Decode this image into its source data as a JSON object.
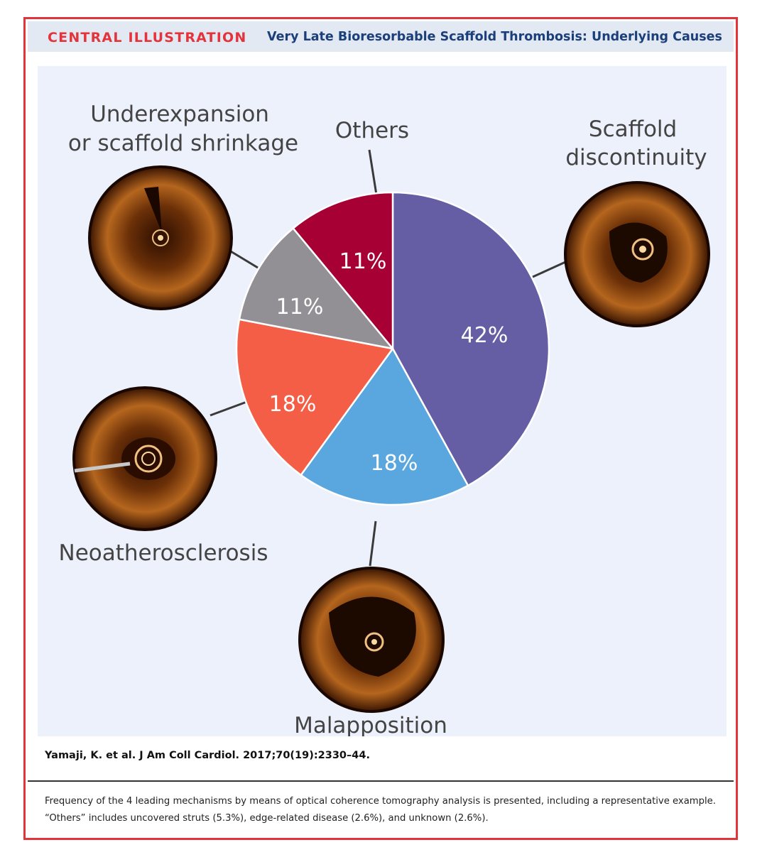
{
  "header": {
    "label": "CENTRAL ILLUSTRATION",
    "title": "Very Late Bioresorbable Scaffold Thrombosis: Underlying Causes"
  },
  "colors": {
    "frame": "#e4343b",
    "header_bg": "#e3e9f3",
    "panel_bg": "#edf1fc",
    "title_text": "#1b3f7a",
    "callout_line": "#3a3a3a",
    "label_text": "#444444"
  },
  "chart_data": {
    "type": "pie",
    "title": "",
    "start": "12 o'clock",
    "direction": "clockwise",
    "slices": [
      {
        "name": "Scaffold discontinuity",
        "value": 42,
        "label": "42%",
        "color": "#655ea4"
      },
      {
        "name": "Malapposition",
        "value": 18,
        "label": "18%",
        "color": "#5aa6de"
      },
      {
        "name": "Neoatherosclerosis",
        "value": 18,
        "label": "18%",
        "color": "#f45e46"
      },
      {
        "name": "Underexpansion or scaffold shrinkage",
        "value": 11,
        "label": "11%",
        "color": "#939095"
      },
      {
        "name": "Others",
        "value": 11,
        "label": "11%",
        "color": "#a60035"
      }
    ],
    "category_labels": {
      "scaffold": [
        "Scaffold",
        "discontinuity"
      ],
      "malapposition": [
        "Malapposition"
      ],
      "neo": [
        "Neoatherosclerosis"
      ],
      "underexpansion": [
        "Underexpansion",
        "or scaffold shrinkage"
      ],
      "others": [
        "Others"
      ]
    }
  },
  "images": {
    "scaffold": "oct-image-scaffold-discontinuity",
    "malapposition": "oct-image-malapposition",
    "neo": "oct-image-neoatherosclerosis",
    "underexpansion": "oct-image-underexpansion"
  },
  "footer": {
    "citation": "Yamaji, K. et al. J Am Coll Cardiol. 2017;70(19):2330–44.",
    "caption_line1": "Frequency of the 4 leading mechanisms by means of optical coherence tomography analysis is presented, including a representative example.",
    "caption_line2": "“Others” includes uncovered struts (5.3%), edge-related disease (2.6%), and unknown (2.6%)."
  }
}
